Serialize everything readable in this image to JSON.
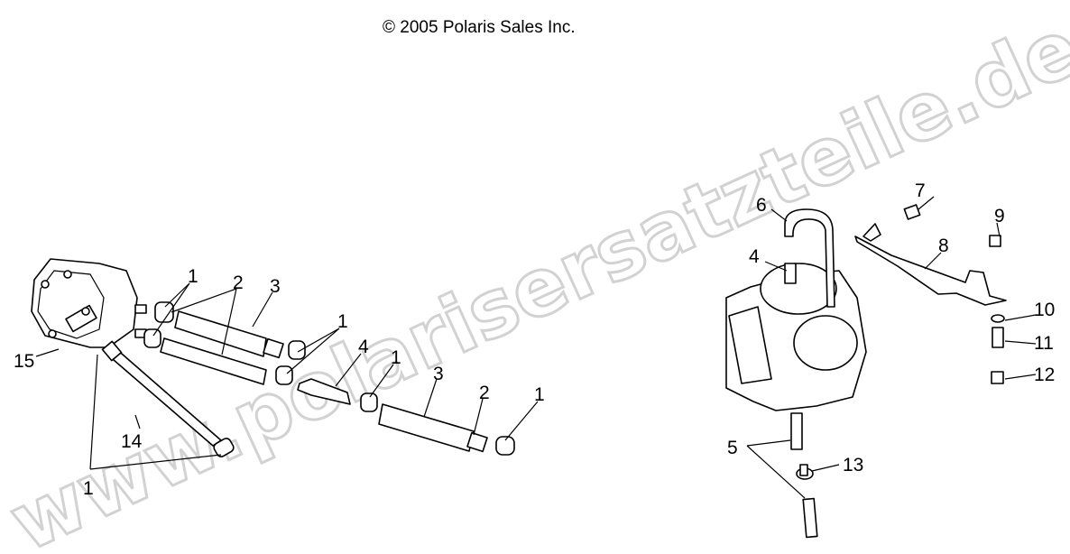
{
  "copyright": "© 2005 Polaris Sales Inc.",
  "watermark": "www.polarisersatzteile.de",
  "callouts_left": [
    "1",
    "2",
    "3",
    "1",
    "4",
    "1",
    "3",
    "2",
    "1",
    "15",
    "14",
    "1"
  ],
  "callouts_right": [
    "6",
    "7",
    "9",
    "4",
    "8",
    "10",
    "11",
    "12",
    "5",
    "13"
  ]
}
